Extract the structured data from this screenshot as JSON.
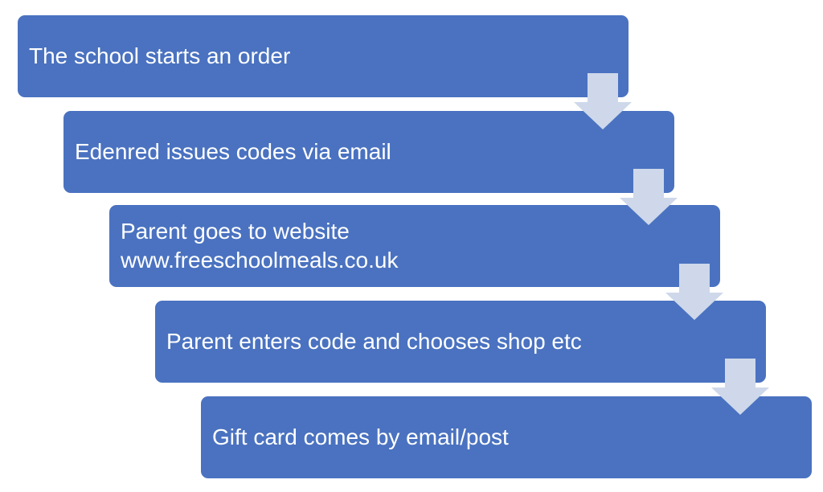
{
  "steps": [
    {
      "label": "The school starts an order"
    },
    {
      "label": "Edenred issues codes via email"
    },
    {
      "label": "Parent goes to website\nwww.freeschoolmeals.co.uk"
    },
    {
      "label": "Parent enters code and chooses shop etc"
    },
    {
      "label": "Gift card comes by email/post"
    }
  ],
  "colors": {
    "box": "#4a72c0",
    "text": "#ffffff",
    "arrow": "#ced8ea"
  }
}
